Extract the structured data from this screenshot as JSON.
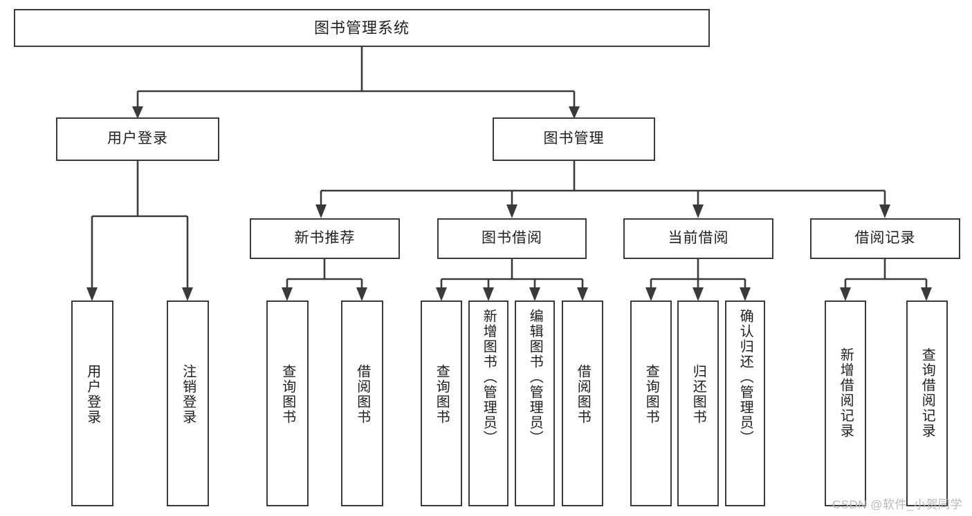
{
  "diagram": {
    "type": "tree-hierarchy",
    "title": "图书管理系统",
    "orientation": "top-down",
    "colors": {
      "stroke": "#3a3a3a",
      "box_fill": "#ffffff",
      "text": "#1f1f1f",
      "background": "#ffffff",
      "watermark": "#b9b9b9"
    }
  },
  "root": {
    "label": "图书管理系统"
  },
  "level2": [
    {
      "label": "用户登录"
    },
    {
      "label": "图书管理"
    }
  ],
  "level3": [
    {
      "label": "新书推荐"
    },
    {
      "label": "图书借阅"
    },
    {
      "label": "当前借阅"
    },
    {
      "label": "借阅记录"
    }
  ],
  "leaves": {
    "user_login": [
      {
        "label": "用户登录"
      },
      {
        "label": "注销登录"
      }
    ],
    "new_book_recommend": [
      {
        "label": "查询图书"
      },
      {
        "label": "借阅图书"
      }
    ],
    "book_borrow": [
      {
        "label": "查询图书"
      },
      {
        "label": "新增图书（管理员）"
      },
      {
        "label": "编辑图书（管理员）"
      },
      {
        "label": "借阅图书"
      }
    ],
    "current_borrow": [
      {
        "label": "查询图书"
      },
      {
        "label": "归还图书"
      },
      {
        "label": "确认归还（管理员）"
      }
    ],
    "borrow_record": [
      {
        "label": "新增借阅记录"
      },
      {
        "label": "查询借阅记录"
      }
    ]
  },
  "watermark": {
    "text": "CSDN @软件_小贺同学"
  }
}
